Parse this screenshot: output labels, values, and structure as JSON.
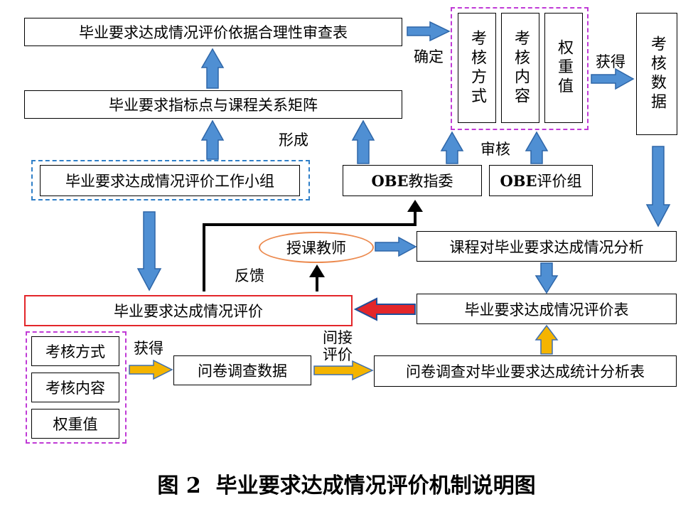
{
  "boxes": {
    "rationality_review": "毕业要求达成情况评价依据合理性审查表",
    "matrix": "毕业要求指标点与课程关系矩阵",
    "working_group": "毕业要求达成情况评价工作小组",
    "obe_committee_prefix": "OBE",
    "obe_committee_suffix": "教指委",
    "obe_eval_prefix": "OBE",
    "obe_eval_suffix": "评价组",
    "assess_method_v": "考核方式",
    "assess_content_v": "考核内容",
    "weight_v": "权重值",
    "assess_data_v": "考核数据",
    "teacher": "授课教师",
    "course_analysis": "课程对毕业要求达成情况分析",
    "achievement_eval": "毕业要求达成情况评价",
    "eval_table": "毕业要求达成情况评价表",
    "assess_method_h": "考核方式",
    "assess_content_h": "考核内容",
    "weight_h": "权重值",
    "survey_data": "问卷调查数据",
    "survey_stats": "问卷调查对毕业要求达成统计分析表"
  },
  "labels": {
    "confirm": "确定",
    "obtain_top": "获得",
    "form": "形成",
    "review": "审核",
    "feedback": "反馈",
    "obtain_bottom": "获得",
    "indirect_line1": "间接",
    "indirect_line2": "评价"
  },
  "caption": {
    "figure_no": "图 2",
    "title": "毕业要求达成情况评价机制说明图"
  },
  "colors": {
    "blue_arrow": "#4f8fd3",
    "yellow_arrow": "#f4b400",
    "red_arrow": "#e3262a",
    "purple_dash": "#c03ad6",
    "blue_dash": "#2f7fc8",
    "ellipse_border": "#ec8a4f"
  }
}
